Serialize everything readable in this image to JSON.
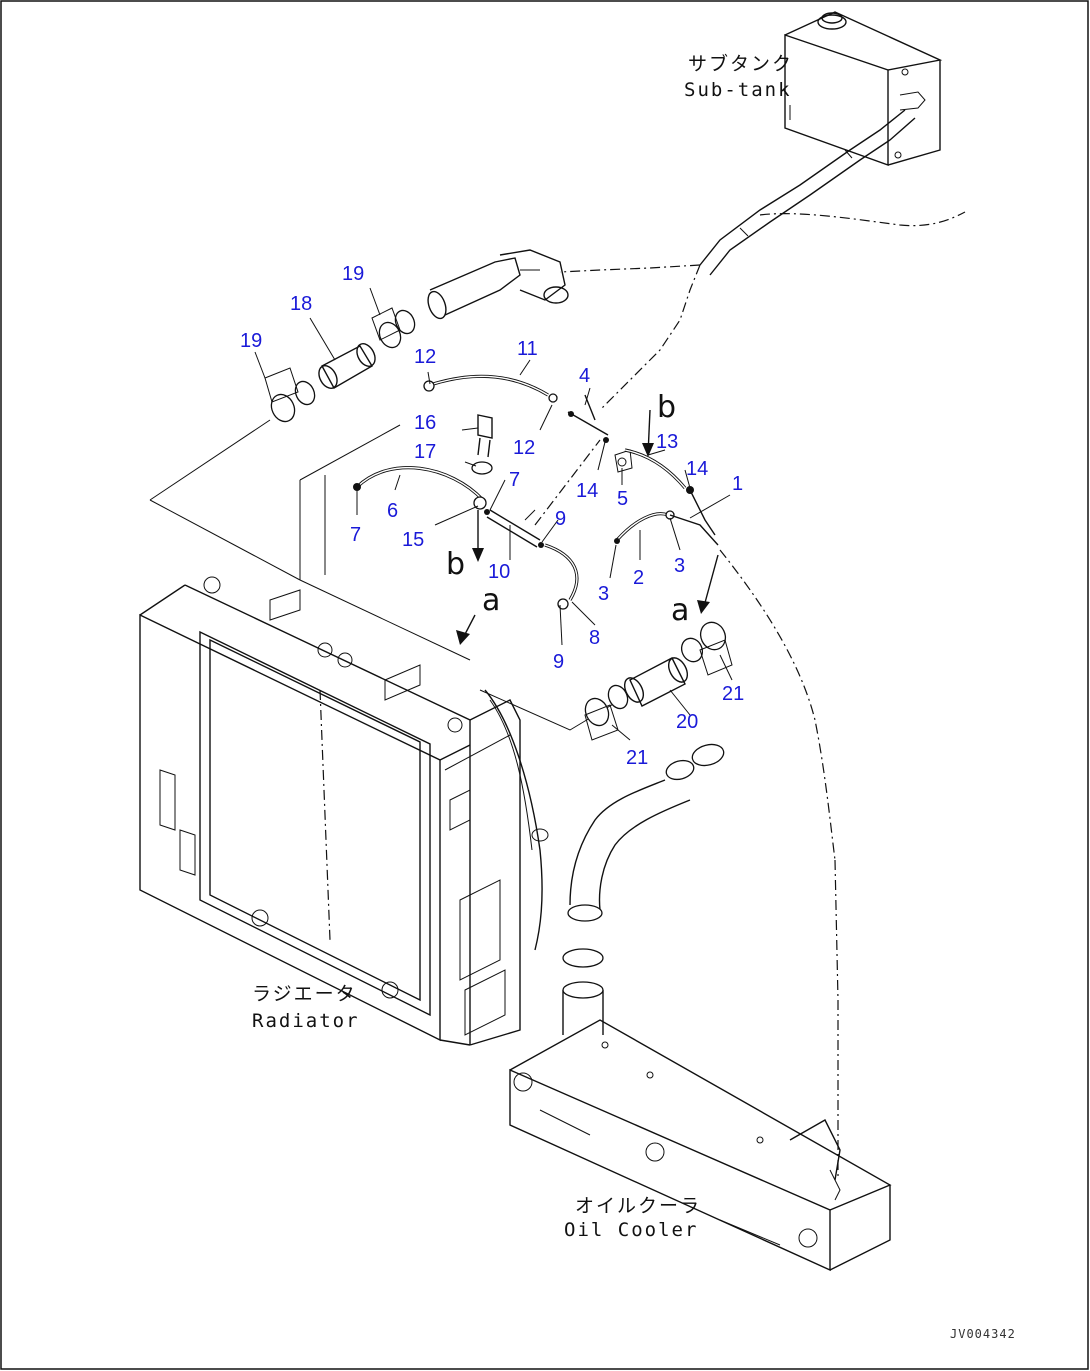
{
  "labels": {
    "sub_tank_jp": "サブタンク",
    "sub_tank_en": "Sub-tank",
    "radiator_jp": "ラジエータ",
    "radiator_en": "Radiator",
    "oil_cooler_jp": "オイルクーラ",
    "oil_cooler_en": "Oil Cooler"
  },
  "view_marks": {
    "a": "a",
    "b": "b"
  },
  "callouts": {
    "n1": "1",
    "n2": "2",
    "n3_left": "3",
    "n3_right": "3",
    "n4": "4",
    "n5": "5",
    "n6": "6",
    "n7_left": "7",
    "n7_right": "7",
    "n8": "8",
    "n9_upper": "9",
    "n9_lower": "9",
    "n10": "10",
    "n11": "11",
    "n12_left": "12",
    "n12_right": "12",
    "n13": "13",
    "n14_left": "14",
    "n14_right": "14",
    "n15": "15",
    "n16": "16",
    "n17": "17",
    "n18": "18",
    "n19_upper": "19",
    "n19_left": "19",
    "n20": "20",
    "n21_right": "21",
    "n21_lower": "21"
  },
  "drawing_id": "JV004342",
  "colors": {
    "callout": "#1a1ad8",
    "line": "#111111",
    "background": "#ffffff"
  }
}
